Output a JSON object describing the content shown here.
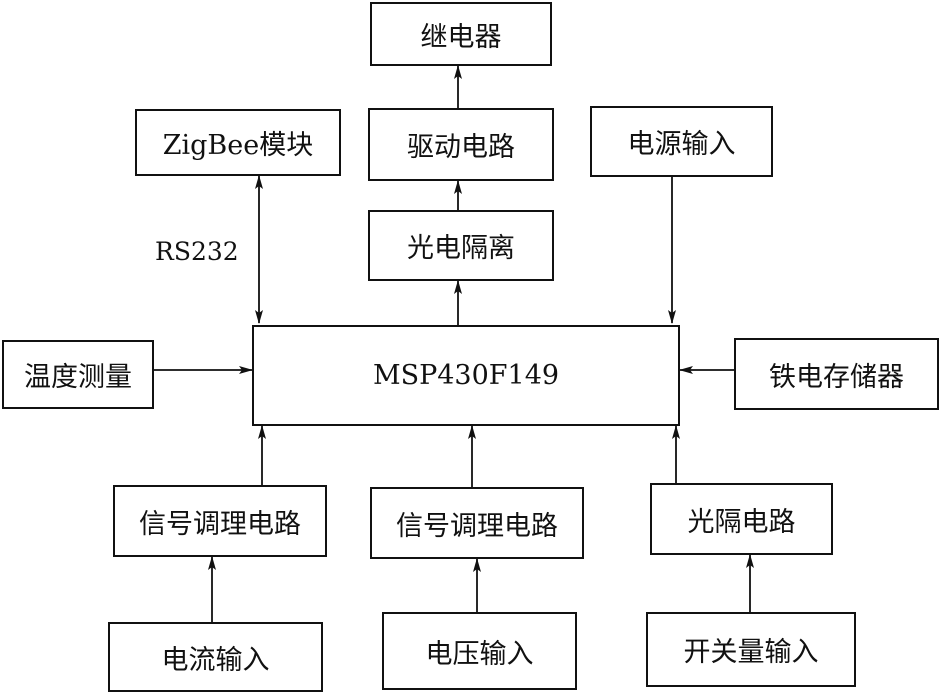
{
  "diagram": {
    "blocks": {
      "relay": "继电器",
      "driver_circuit": "驱动电路",
      "opto_isolation": "光电隔离",
      "zigbee_module": "ZigBee模块",
      "power_input": "电源输入",
      "mcu": "MSP430F149",
      "temperature_measurement": "温度测量",
      "fram": "铁电存储器",
      "signal_conditioning_left": "信号调理电路",
      "signal_conditioning_mid": "信号调理电路",
      "opto_isolator_circuit": "光隔电路",
      "current_input": "电流输入",
      "voltage_input": "电压输入",
      "switch_input": "开关量输入"
    },
    "labels": {
      "rs232": "RS232"
    },
    "line_color": "#111111"
  }
}
